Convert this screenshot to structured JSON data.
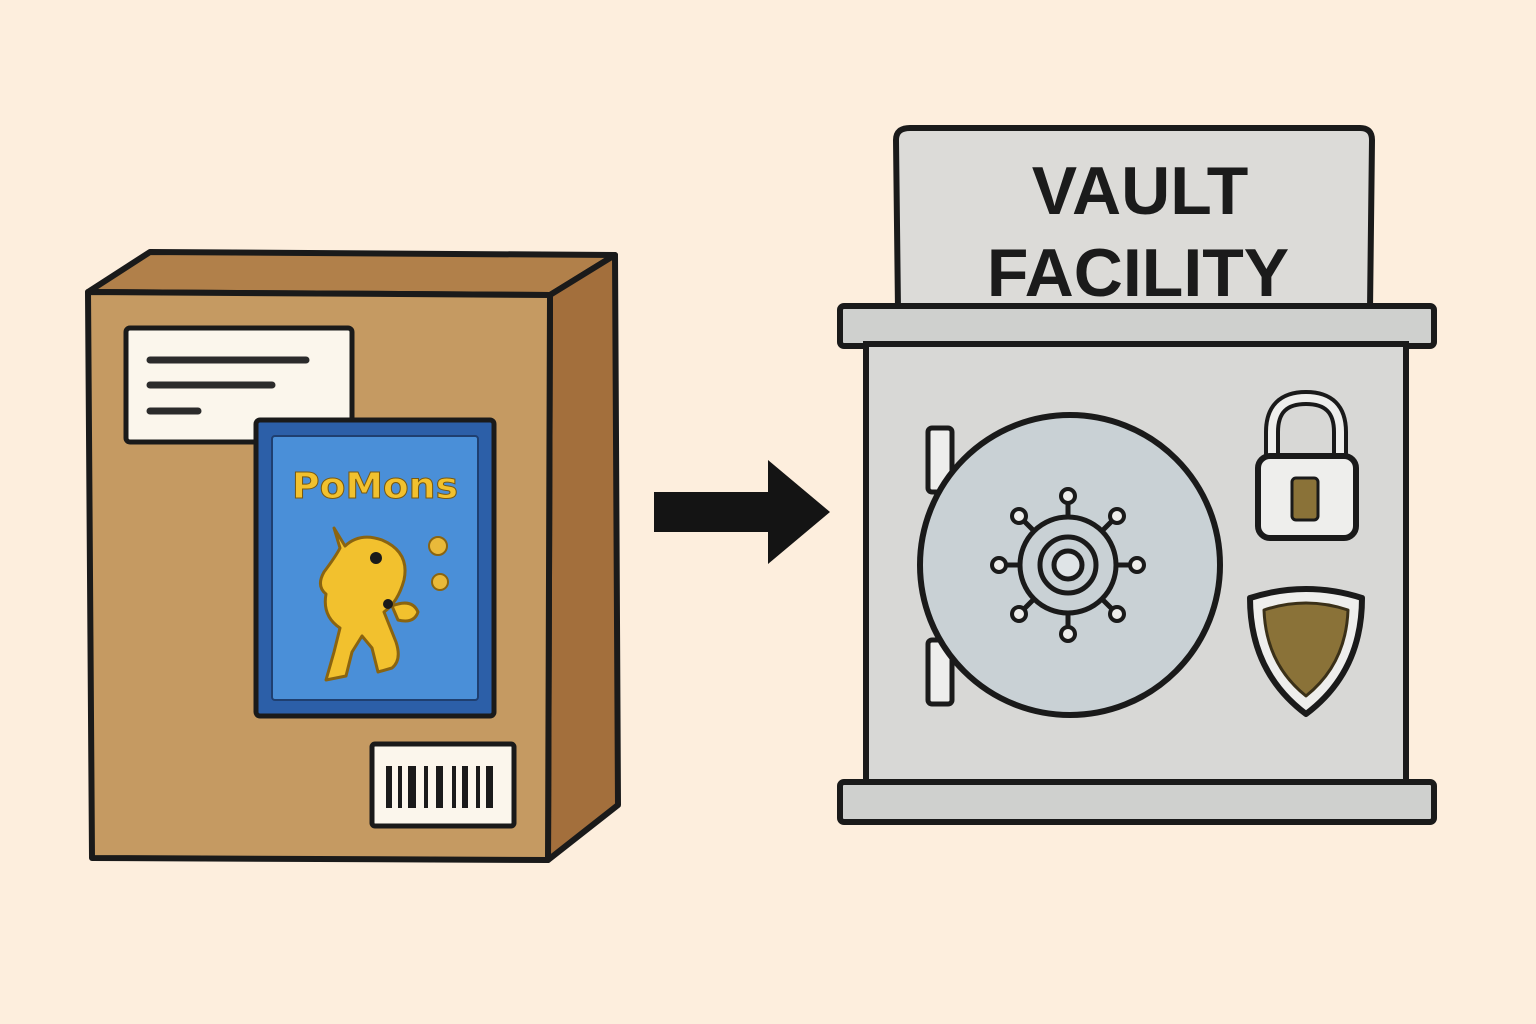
{
  "vault": {
    "sign_line_1": "VAULT",
    "sign_line_2": "FACILITY"
  },
  "package": {
    "card_title": "PoMons"
  },
  "colors": {
    "background": "#fdeedd",
    "box_front": "#c59a62",
    "box_side": "#a36f3c",
    "box_top": "#b1804a",
    "card_blue": "#4a8fd8",
    "card_yellow": "#f2c12e",
    "vault_gray": "#d8d8d6",
    "dial_gray": "#c9d1d5",
    "shield_gold": "#8a7238",
    "arrow": "#141414"
  },
  "icons": [
    "package-box-icon",
    "trading-card-icon",
    "barcode-icon",
    "right-arrow-icon",
    "vault-door-icon",
    "padlock-icon",
    "shield-icon"
  ]
}
